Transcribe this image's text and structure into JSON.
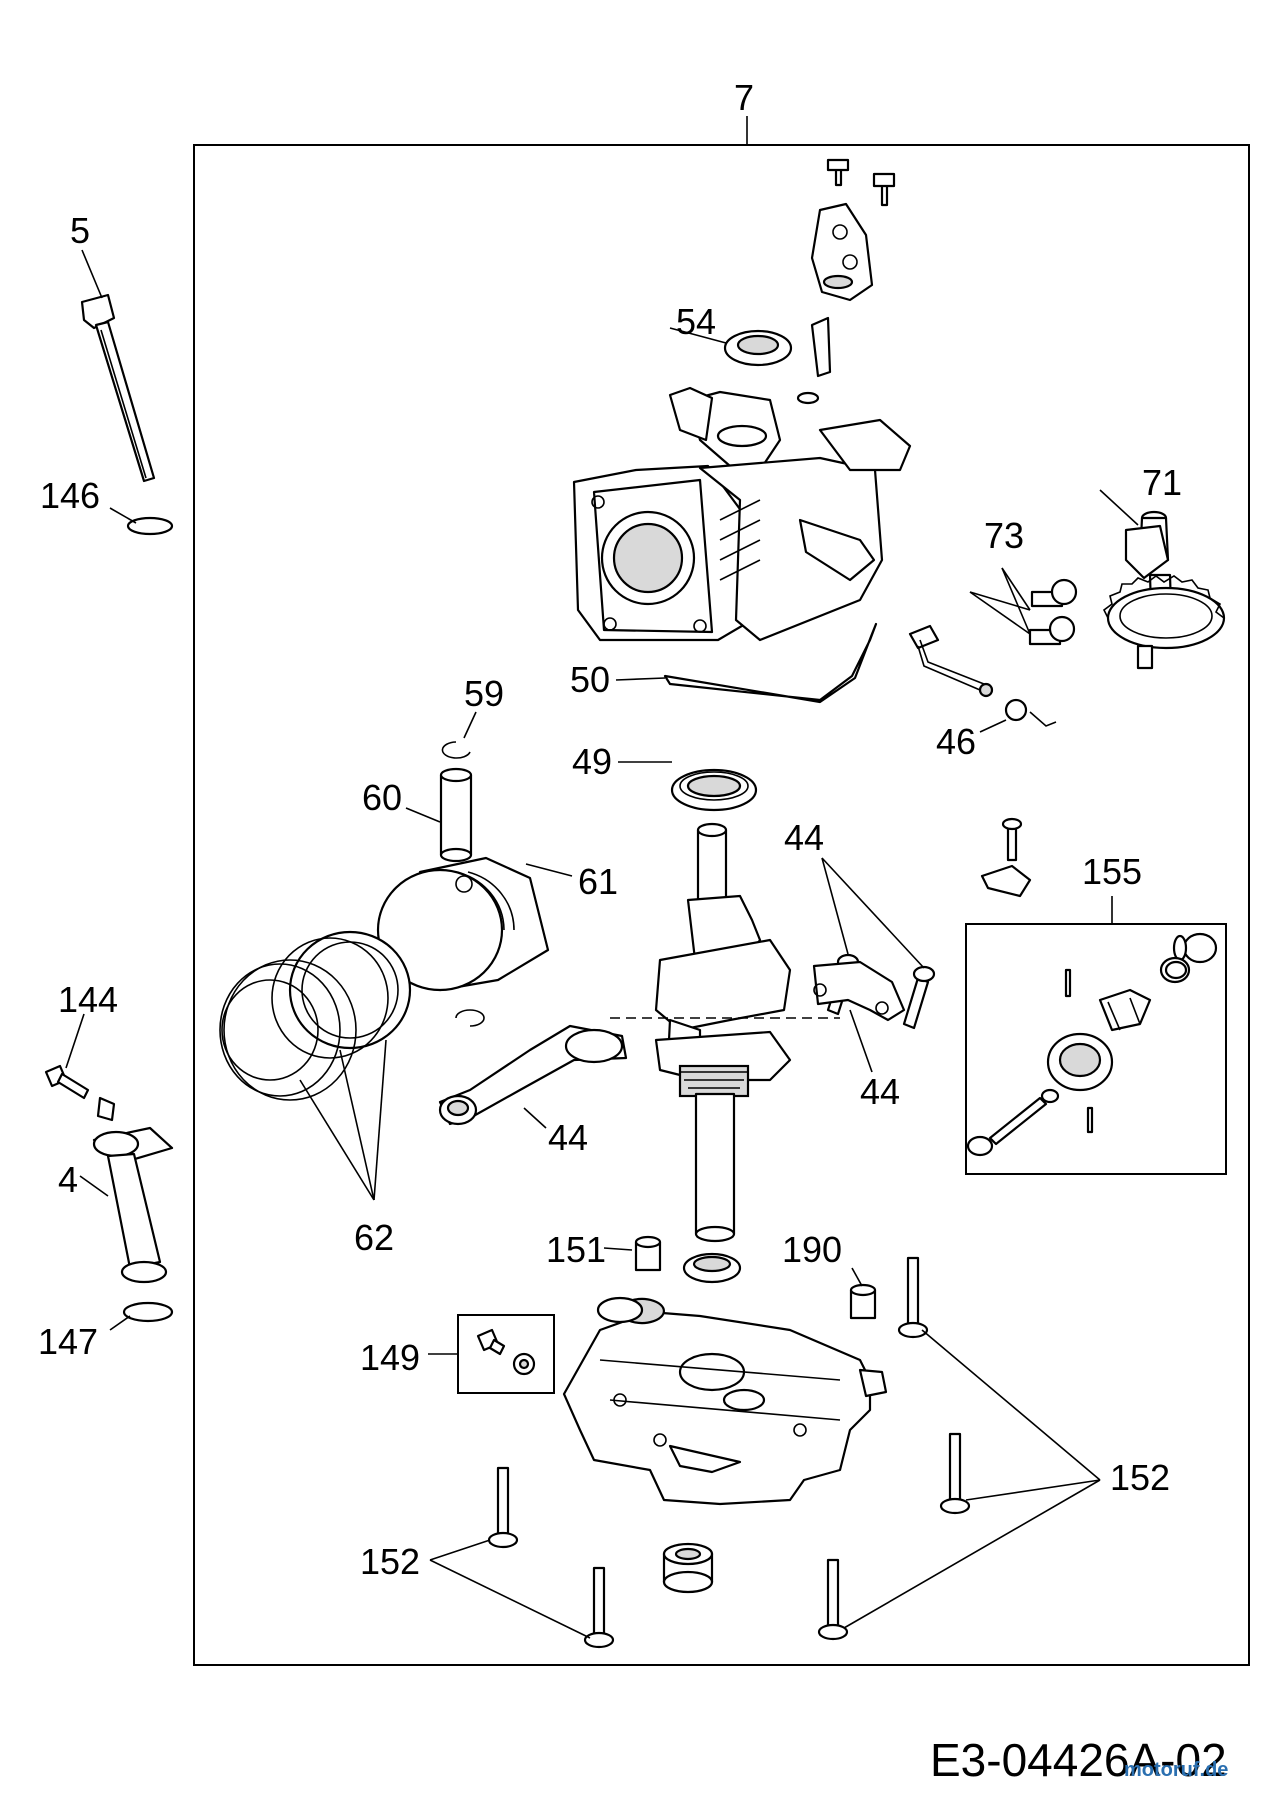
{
  "diagram": {
    "assembly_number": "7",
    "drawing_code": "E3-04426A-02",
    "watermark": "motoruf.de",
    "part_labels": {
      "p5": "5",
      "p146": "146",
      "p54": "54",
      "p71": "71",
      "p73": "73",
      "p50": "50",
      "p59": "59",
      "p49": "49",
      "p46": "46",
      "p60": "60",
      "p61": "61",
      "p44_top": "44",
      "p155": "155",
      "p144": "144",
      "p44_right": "44",
      "p44_rod": "44",
      "p4": "4",
      "p62": "62",
      "p151": "151",
      "p190": "190",
      "p147": "147",
      "p149": "149",
      "p152_right": "152",
      "p152_left": "152"
    }
  }
}
